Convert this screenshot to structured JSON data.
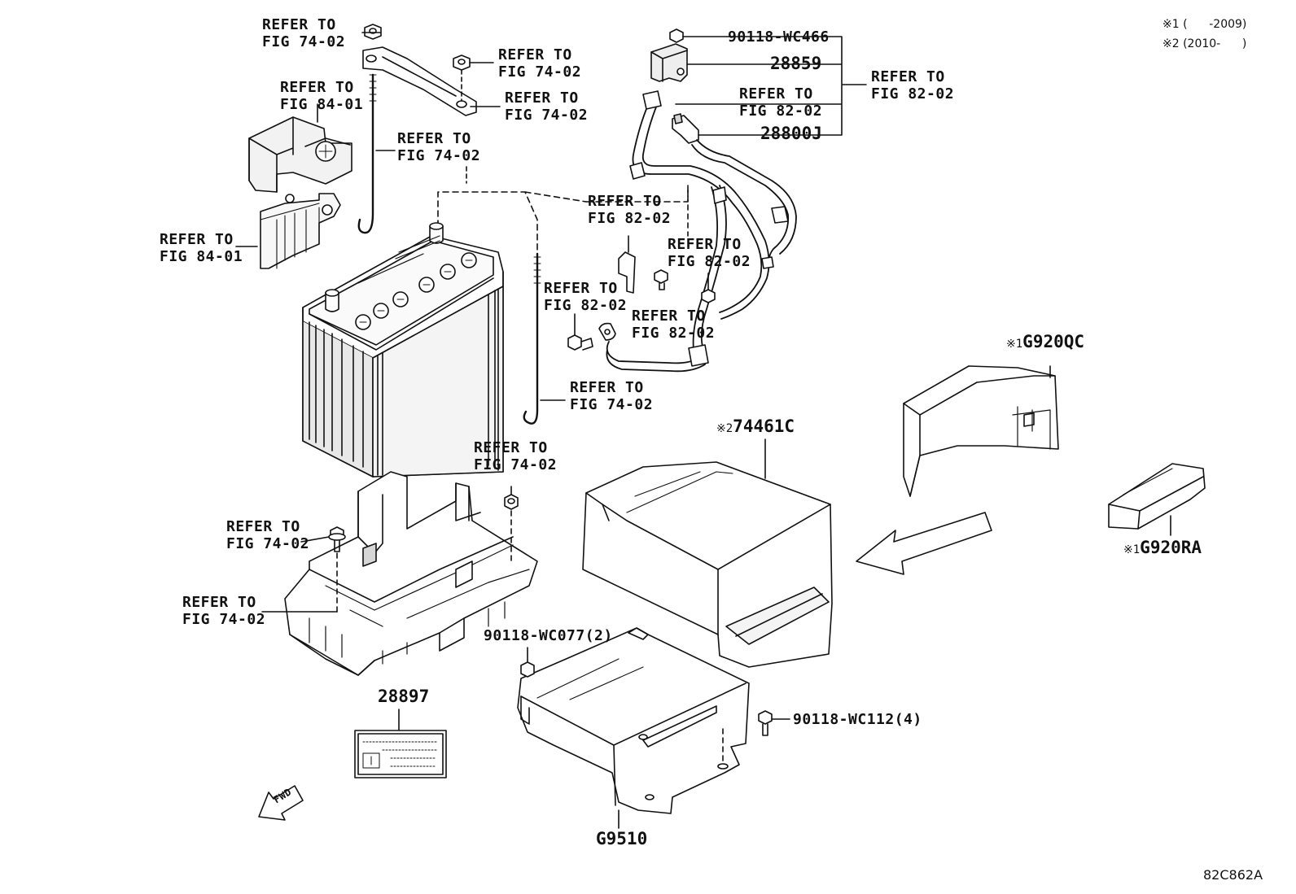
{
  "notes": {
    "note1": "※1 (      -2009)",
    "note2": "※2 (2010-      )"
  },
  "refs": {
    "fig_74_02": "REFER TO\nFIG 74-02",
    "fig_84_01": "REFER TO\nFIG 84-01",
    "fig_82_02": "REFER TO\nFIG 82-02"
  },
  "parts": {
    "p90118_wc466": "90118-WC466",
    "p28859": "28859",
    "p28800j": "28800J",
    "pg920qc_mark": "※1",
    "pg920qc": "G920QC",
    "p74461c_mark": "※2",
    "p74461c": "74461C",
    "pg920ra_mark": "※1",
    "pg920ra": "G920RA",
    "p90118_wc077": "90118-WC077(2)",
    "p90118_wc112": "90118-WC112(4)",
    "p28897": "28897",
    "pg9510": "G9510",
    "fwd": "FWD"
  },
  "diagram_id": "82C862A",
  "colors": {
    "ink": "#111111",
    "fill_light": "#f2f2f2",
    "fill_mid": "#d6d6d6"
  }
}
